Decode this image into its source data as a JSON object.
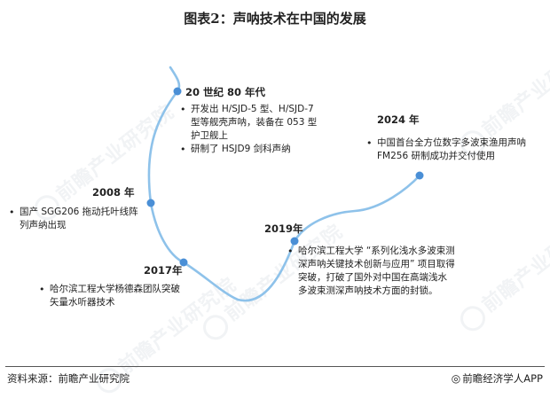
{
  "title": "图表2：声呐技术在中国的发展",
  "colors": {
    "line": "#8ec2ea",
    "node": "#4a8fd6"
  },
  "watermark": "前瞻产业研究院",
  "milestones": [
    {
      "year": "20 世纪 80 年代",
      "items": [
        "开发出 H/SJD-5 型、H/SJD-7 型等舰壳声呐，装备在 053 型护卫舰上",
        "研制了 HSJD9 剑科声纳"
      ]
    },
    {
      "year": "2008 年",
      "items": [
        "国产 SGG206 拖动托叶线阵列声纳出现"
      ]
    },
    {
      "year": "2017年",
      "items": [
        "哈尔滨工程大学杨德森团队突破矢量水听器技术"
      ]
    },
    {
      "year": "2019年",
      "items": [
        "哈尔滨工程大学 “系列化浅水多波束测深声呐关键技术创新与应用” 项目取得突破，打破了国外对中国在高端浅水多波束测深声呐技术方面的封锁。"
      ]
    },
    {
      "year": "2024 年",
      "items": [
        "中国首台全方位数字多波束渔用声呐 FM256 研制成功并交付使用"
      ]
    }
  ],
  "footer": {
    "source": "资料来源：前瞻产业研究院",
    "brand": "前瞻经济学人APP",
    "brand_icon": "brand-logo-icon"
  }
}
